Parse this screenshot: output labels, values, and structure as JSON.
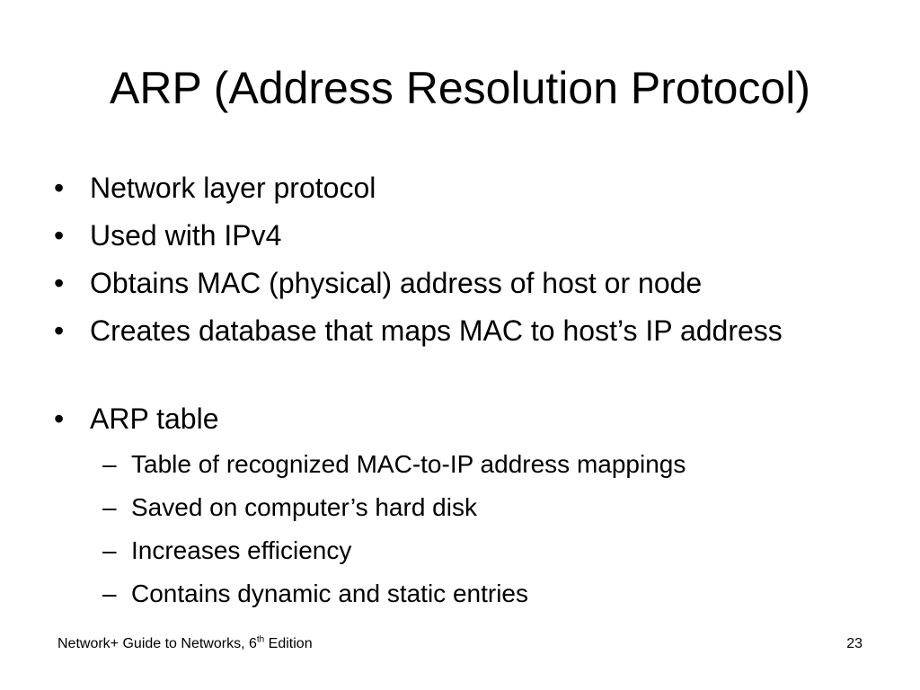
{
  "slide": {
    "title": "ARP (Address Resolution Protocol)",
    "bullets": [
      {
        "marker": "•",
        "text": "Network layer protocol"
      },
      {
        "marker": "•",
        "text": "Used with IPv4"
      },
      {
        "marker": "•",
        "text": "Obtains MAC (physical) address of host or node"
      },
      {
        "marker": "•",
        "text": "Creates database that maps MAC to host’s IP address"
      },
      {
        "marker": "•",
        "text": "ARP table"
      }
    ],
    "sub_bullets": [
      {
        "marker": "–",
        "text": "Table of recognized MAC-to-IP address mappings"
      },
      {
        "marker": "–",
        "text": "Saved on computer’s hard disk"
      },
      {
        "marker": "–",
        "text": "Increases efficiency"
      },
      {
        "marker": "–",
        "text": "Contains dynamic and static entries"
      }
    ]
  },
  "footer": {
    "book_title_prefix": "Network+ Guide to Networks, 6",
    "edition_ordinal_suffix": "th",
    "edition_word": " Edition",
    "page_number": "23"
  }
}
